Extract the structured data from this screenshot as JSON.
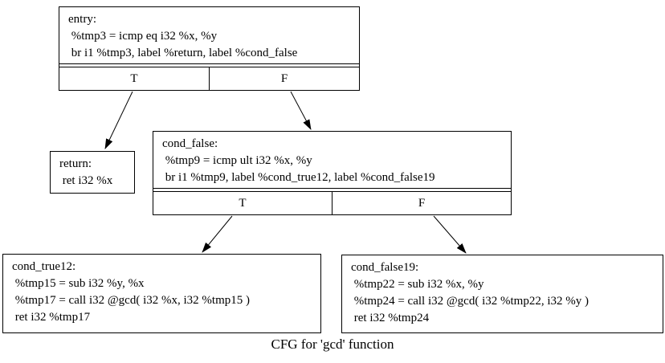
{
  "title": "CFG for 'gcd' function",
  "colors": {
    "background": "#ffffff",
    "node_fill": "#ffffff",
    "border": "#000000",
    "text": "#000000"
  },
  "nodes": {
    "entry": {
      "lines": [
        "entry:",
        " %tmp3 = icmp eq i32 %x, %y",
        " br i1 %tmp3, label %return, label %cond_false"
      ],
      "true_label": "T",
      "false_label": "F"
    },
    "return": {
      "lines": [
        "return:",
        " ret i32 %x"
      ]
    },
    "cond_false": {
      "lines": [
        "cond_false:",
        " %tmp9 = icmp ult i32 %x, %y",
        " br i1 %tmp9, label %cond_true12, label %cond_false19"
      ],
      "true_label": "T",
      "false_label": "F"
    },
    "cond_true12": {
      "lines": [
        "cond_true12:",
        " %tmp15 = sub i32 %y, %x",
        " %tmp17 = call i32 @gcd( i32 %x, i32 %tmp15 )",
        " ret i32 %tmp17"
      ]
    },
    "cond_false19": {
      "lines": [
        "cond_false19:",
        " %tmp22 = sub i32 %x, %y",
        " %tmp24 = call i32 @gcd( i32 %tmp22, i32 %y )",
        " ret i32 %tmp24"
      ]
    }
  },
  "edges": [
    {
      "from": "entry",
      "port": "T",
      "to": "return"
    },
    {
      "from": "entry",
      "port": "F",
      "to": "cond_false"
    },
    {
      "from": "cond_false",
      "port": "T",
      "to": "cond_true12"
    },
    {
      "from": "cond_false",
      "port": "F",
      "to": "cond_false19"
    }
  ]
}
